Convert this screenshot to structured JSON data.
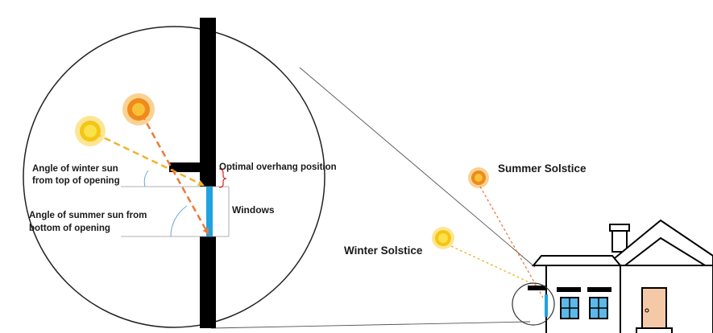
{
  "labels": {
    "winter_angle_line1": "Angle of winter sun",
    "winter_angle_line2": "from top of opening",
    "summer_angle_line1": "Angle of summer sun from",
    "summer_angle_line2": "bottom of opening",
    "overhang": "Optimal overhang position",
    "windows": "Windows",
    "summer_solstice": "Summer Solstice",
    "winter_solstice": "Winter Solstice"
  },
  "colors": {
    "wall": "#000000",
    "window_glass": "#1fa3e0",
    "sun_core": "#f5d21a",
    "sun_rays": "#f5b70a",
    "summer_sun_core": "#f28a1c",
    "winter_ray": "#f0b429",
    "summer_ray": "#ea7b3c",
    "brace": "#e02020",
    "house_window": "#5bb8e8",
    "door": "#f5c9a8"
  }
}
